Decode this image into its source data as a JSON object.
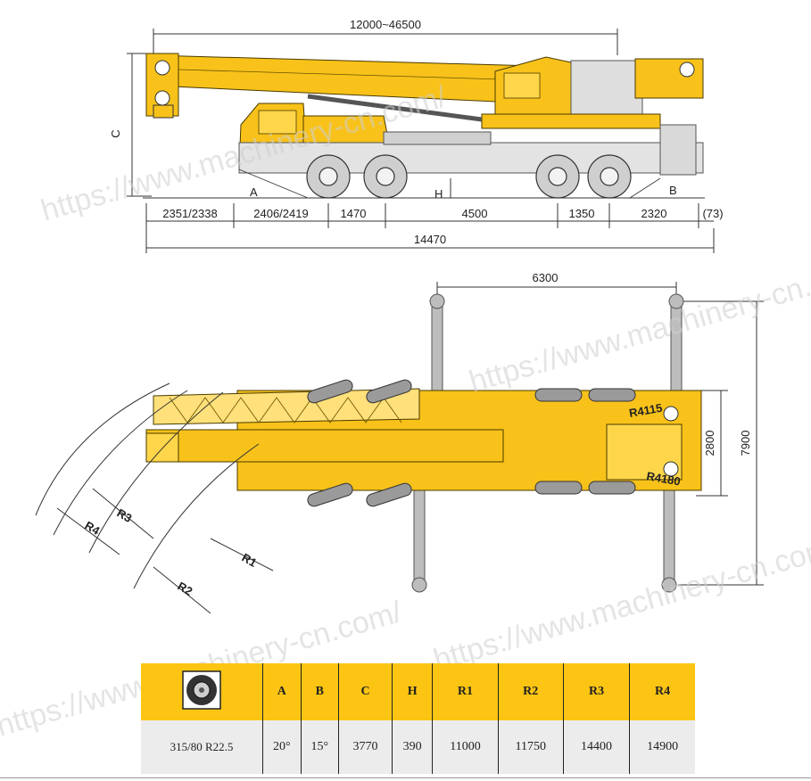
{
  "side_view": {
    "boom_length": "12000~46500",
    "height_label": "C",
    "point_a": "A",
    "point_h": "H",
    "point_b": "B",
    "segments": [
      "2351/2338",
      "2406/2419",
      "1470",
      "4500",
      "1350",
      "2320",
      "(73)"
    ],
    "overall_length": "14470"
  },
  "top_view": {
    "outrigger_span_long": "6300",
    "outrigger_span_width": "7900",
    "body_width": "2800",
    "tail_radius_top": "R4115",
    "tail_radius_bottom": "R4180",
    "radii": [
      "R1",
      "R2",
      "R3",
      "R4"
    ]
  },
  "table": {
    "tire_icon": "tire-icon",
    "headers": [
      "A",
      "B",
      "C",
      "H",
      "R1",
      "R2",
      "R3",
      "R4"
    ],
    "values": [
      "315/80 R22.5",
      "20°",
      "15°",
      "3770",
      "390",
      "11000",
      "11750",
      "14400",
      "14900"
    ]
  },
  "watermarks": [
    "https://www.machinery-cn.com/",
    "https://www.machinery-cn.com/",
    "https://www.machinery-cn.com/",
    "https://www.machinery-cn.com/"
  ],
  "colors": {
    "crane_yellow": "#f8c21a",
    "table_header": "#fdc513",
    "table_row": "#ececec"
  }
}
